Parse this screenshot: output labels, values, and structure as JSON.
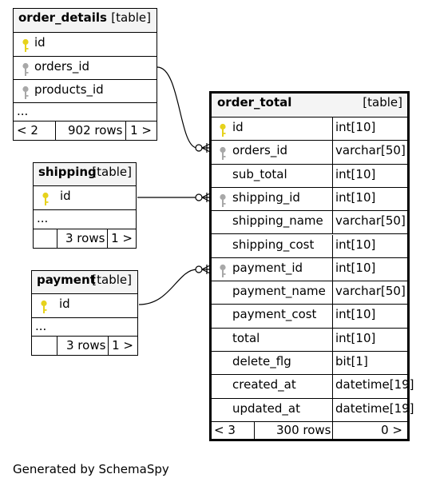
{
  "caption": "Generated by SchemaSpy",
  "colors": {
    "primary_key": "#e6d21c",
    "foreign_key": "#a8a8a8",
    "header_bg": "#f4f4f4"
  },
  "tables": {
    "order_details": {
      "name": "order_details",
      "kind": "[table]",
      "columns": [
        {
          "name": "id",
          "key": "primary"
        },
        {
          "name": "orders_id",
          "key": "foreign"
        },
        {
          "name": "products_id",
          "key": "foreign"
        }
      ],
      "ellipsis": "...",
      "footer": {
        "left": "< 2",
        "rows": "902 rows",
        "right": "1 >"
      }
    },
    "shipping": {
      "name": "shipping",
      "kind": "[table]",
      "columns": [
        {
          "name": "id",
          "key": "primary"
        }
      ],
      "ellipsis": "...",
      "footer": {
        "left": "",
        "rows": "3 rows",
        "right": "1 >"
      }
    },
    "payment": {
      "name": "payment",
      "kind": "[table]",
      "columns": [
        {
          "name": "id",
          "key": "primary"
        }
      ],
      "ellipsis": "...",
      "footer": {
        "left": "",
        "rows": "3 rows",
        "right": "1 >"
      }
    },
    "order_total": {
      "name": "order_total",
      "kind": "[table]",
      "columns": [
        {
          "name": "id",
          "type": "int[10]",
          "key": "primary"
        },
        {
          "name": "orders_id",
          "type": "varchar[50]",
          "key": "foreign"
        },
        {
          "name": "sub_total",
          "type": "int[10]",
          "key": ""
        },
        {
          "name": "shipping_id",
          "type": "int[10]",
          "key": "foreign"
        },
        {
          "name": "shipping_name",
          "type": "varchar[50]",
          "key": ""
        },
        {
          "name": "shipping_cost",
          "type": "int[10]",
          "key": ""
        },
        {
          "name": "payment_id",
          "type": "int[10]",
          "key": "foreign"
        },
        {
          "name": "payment_name",
          "type": "varchar[50]",
          "key": ""
        },
        {
          "name": "payment_cost",
          "type": "int[10]",
          "key": ""
        },
        {
          "name": "total",
          "type": "int[10]",
          "key": ""
        },
        {
          "name": "delete_flg",
          "type": "bit[1]",
          "key": ""
        },
        {
          "name": "created_at",
          "type": "datetime[19]",
          "key": ""
        },
        {
          "name": "updated_at",
          "type": "datetime[19]",
          "key": ""
        }
      ],
      "footer": {
        "left": "< 3",
        "rows": "300 rows",
        "right": "0 >"
      }
    }
  }
}
